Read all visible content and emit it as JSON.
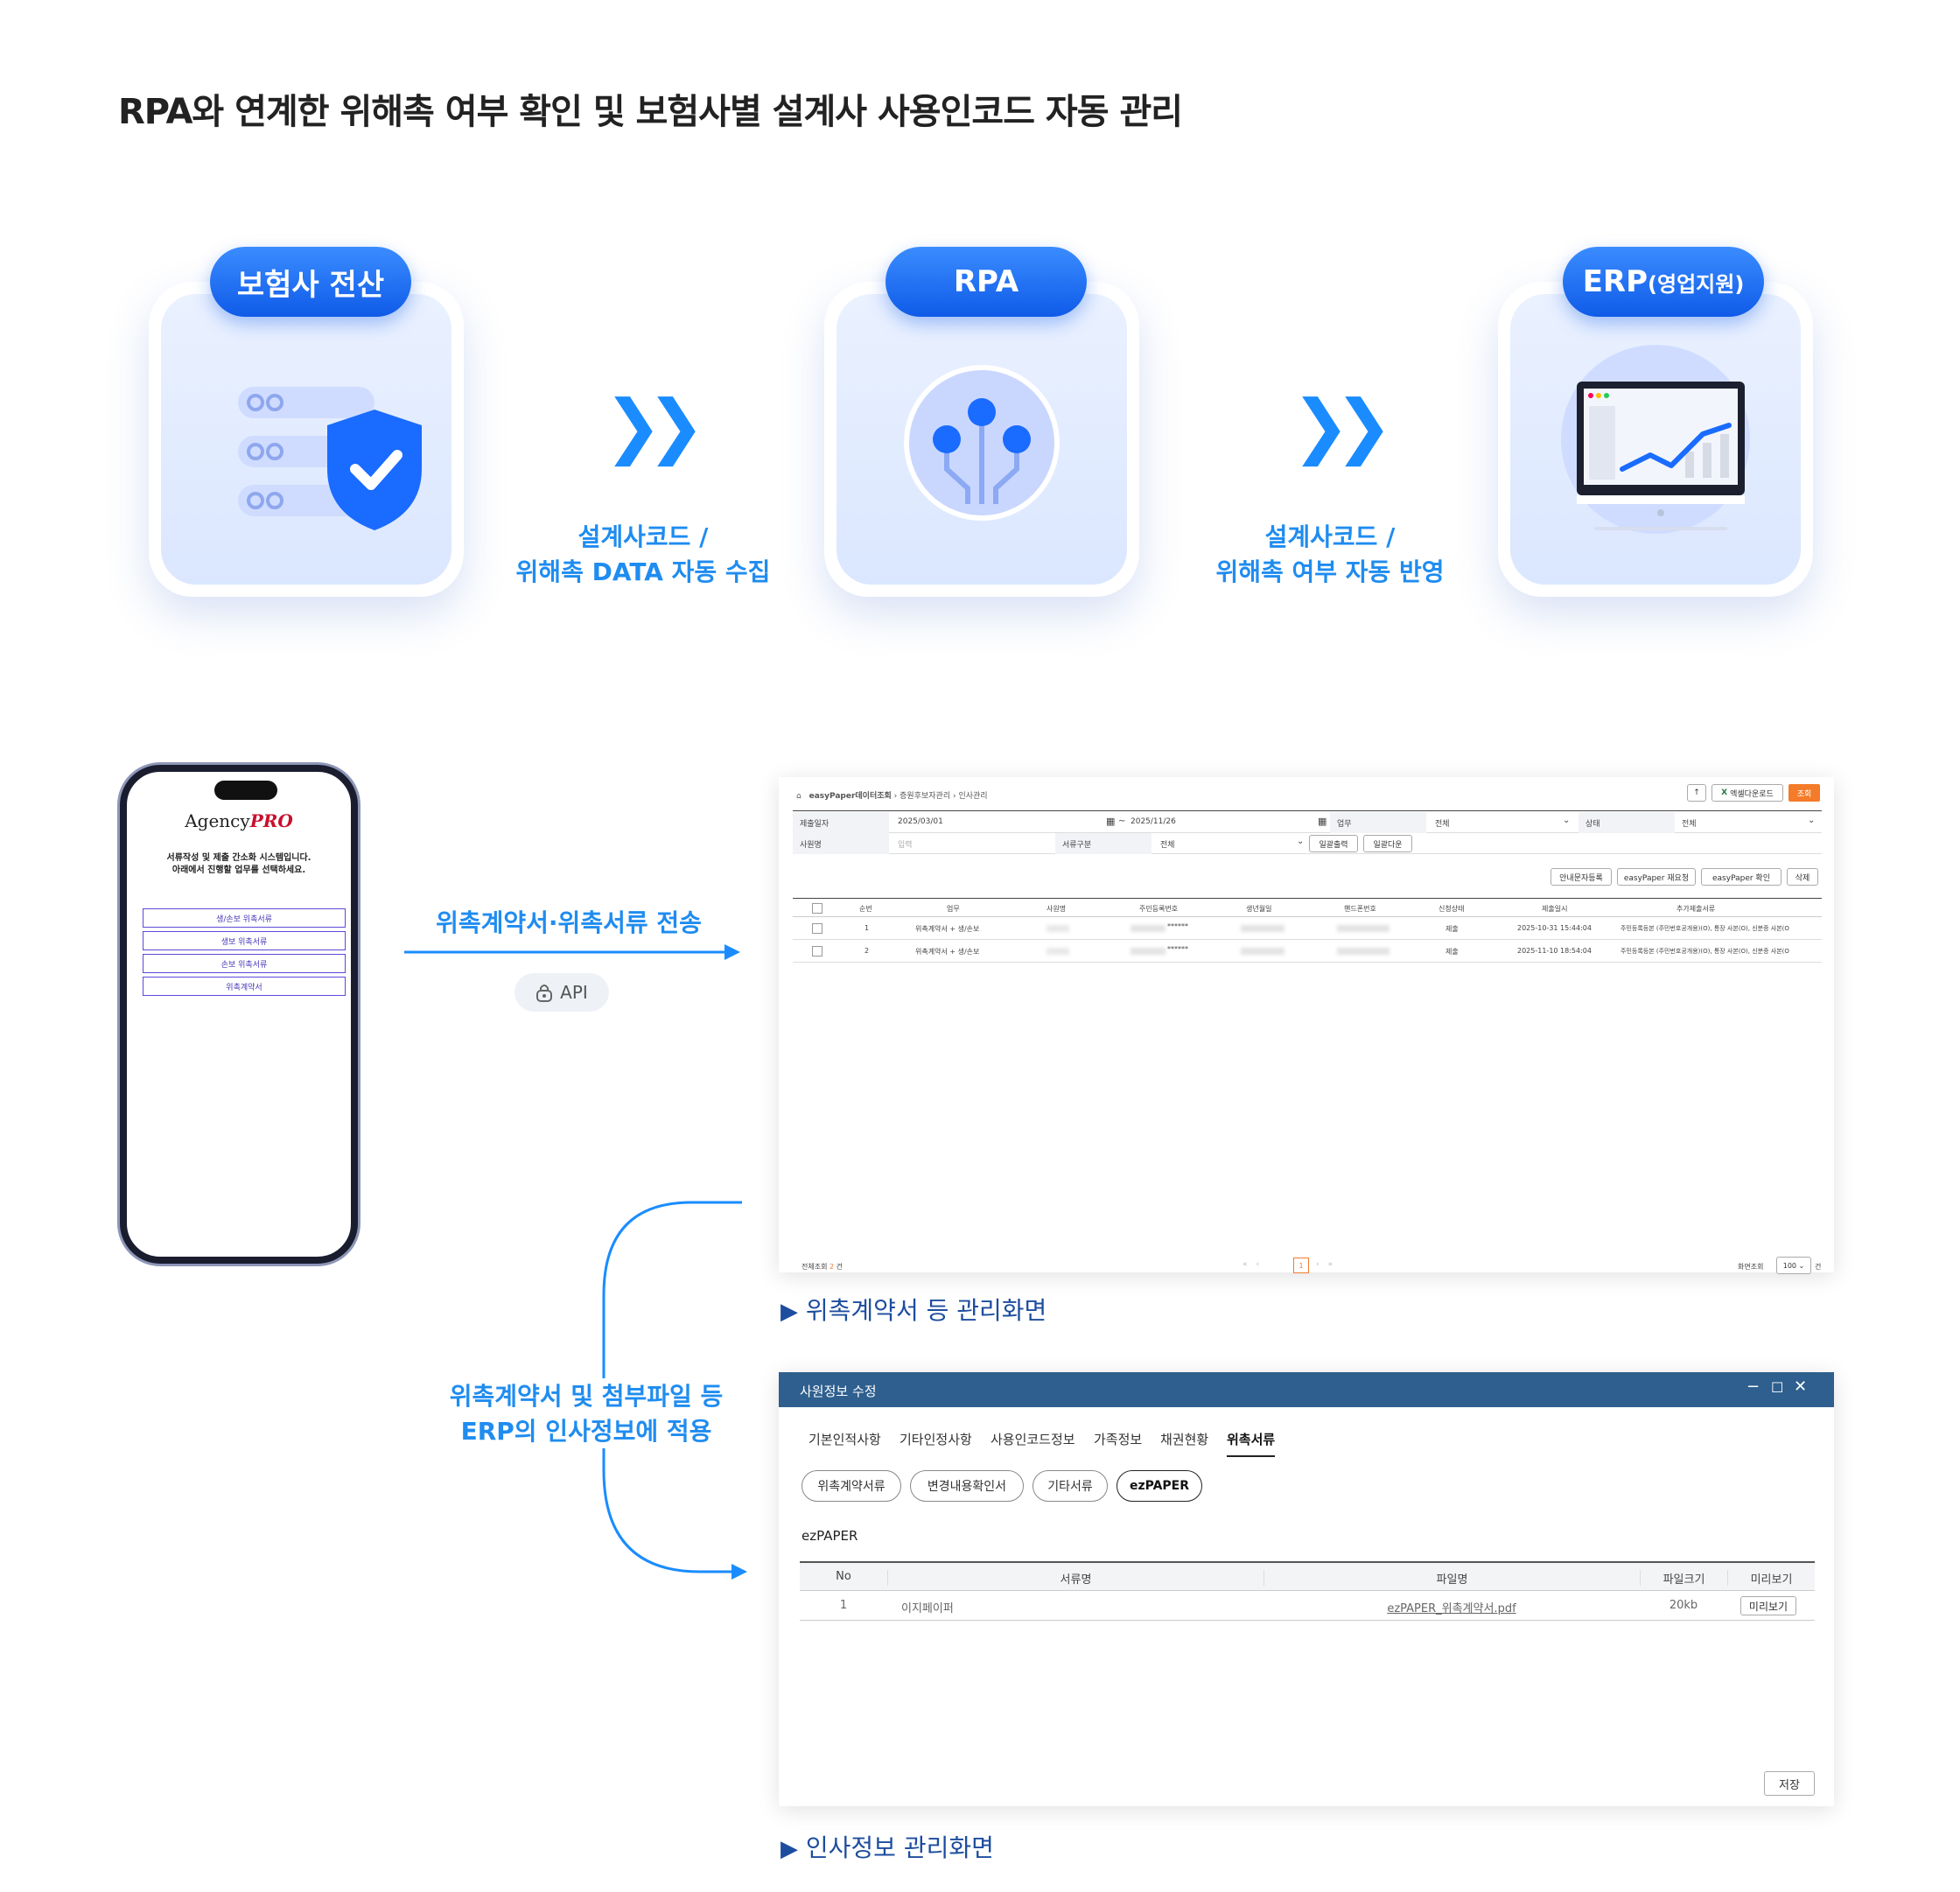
{
  "title": "RPA와 연계한 위해촉 여부 확인 및 보험사별 설계사 사용인코드 자동 관리",
  "stages": [
    {
      "label": "보험사 전산",
      "sub": ""
    },
    {
      "label": "RPA",
      "sub": ""
    },
    {
      "label": "ERP",
      "sub": "(영업지원)"
    }
  ],
  "flow1": {
    "line1": "설계사코드 /",
    "line2": "위해촉 DATA 자동 수집"
  },
  "flow2": {
    "line1": "설계사코드 /",
    "line2": "위해촉 여부 자동 반영"
  },
  "phone": {
    "logo_main": "Agency",
    "logo_accent": "PRO",
    "desc1": "서류작성 및 제출 간소화 시스템입니다.",
    "desc2": "아래에서 진행할 업무를 선택하세요.",
    "buttons": [
      "생/손보 위촉서류",
      "생보 위촉서류",
      "손보 위촉서류",
      "위촉계약서"
    ]
  },
  "transfer": {
    "label": "위촉계약서·위촉서류 전송",
    "api": "API"
  },
  "apply": {
    "line1": "위촉계약서 및 첨부파일 등",
    "line2": "ERP의 인사정보에 적용"
  },
  "list_screen": {
    "breadcrumb": [
      "easyPaper데이터조회",
      "증원후보자관리",
      "인사관리"
    ],
    "excel_btn": "엑셀다운로드",
    "search_btn": "조회",
    "f_date_label": "제출일자",
    "f_date_from": "2025/03/01",
    "f_date_to": "2025/11/26",
    "f_biz_label": "업무",
    "f_biz_value": "전체",
    "f_status_label": "상태",
    "f_status_value": "전체",
    "f_name_label": "사원명",
    "f_name_placeholder": "입력",
    "f_doc_label": "서류구분",
    "f_doc_value": "전체",
    "btn_print": "일괄출력",
    "btn_down": "일괄다운",
    "actions": [
      "안내문자등록",
      "easyPaper 재요청",
      "easyPaper 확인",
      "삭제"
    ],
    "columns": [
      "순번",
      "업무",
      "사원명",
      "주민등록번호",
      "생년월일",
      "핸드폰번호",
      "신청상태",
      "제출일시",
      "추가제출서류"
    ],
    "rows": [
      {
        "no": "1",
        "biz": "위촉계약서 + 생/손보",
        "name": "",
        "rrn": "******",
        "birth": "",
        "phone": "",
        "status": "제출",
        "date": "2025-10-31 15:44:04",
        "docs": "주민등록등본 (주민번호공개용)(O), 통장 사본(O), 신분증 사본(O"
      },
      {
        "no": "2",
        "biz": "위촉계약서 + 생/손보",
        "name": "",
        "rrn": "******",
        "birth": "",
        "phone": "",
        "status": "제출",
        "date": "2025-11-10 18:54:04",
        "docs": "주민등록등본 (주민번호공개용)(O), 통장 사본(O), 신분증 사본(O"
      }
    ],
    "total_label": "전체조회",
    "total_count": "2",
    "total_unit": "건",
    "page": "1",
    "per_page_label": "화면조회",
    "per_page_value": "100",
    "per_page_unit": "건"
  },
  "list_caption": "위촉계약서 등 관리화면",
  "hr_screen": {
    "title": "사원정보 수정",
    "tabs": [
      "기본인적사항",
      "기타인정사항",
      "사용인코드정보",
      "가족정보",
      "채권현황",
      "위촉서류"
    ],
    "active_tab": "위촉서류",
    "chips": [
      "위촉계약서류",
      "변경내용확인서",
      "기타서류",
      "ezPAPER"
    ],
    "section": "ezPAPER",
    "columns": [
      "No",
      "서류명",
      "파일명",
      "파일크기",
      "미리보기"
    ],
    "row": {
      "no": "1",
      "doc": "이지페이퍼",
      "file": "ezPAPER_위촉계약서.pdf",
      "size": "20kb",
      "preview": "미리보기"
    },
    "save": "저장"
  },
  "hr_caption": "인사정보 관리화면",
  "colors": {
    "accent": "#1a8cff",
    "navy": "#2e5f8e",
    "orange": "#f47b2a"
  }
}
